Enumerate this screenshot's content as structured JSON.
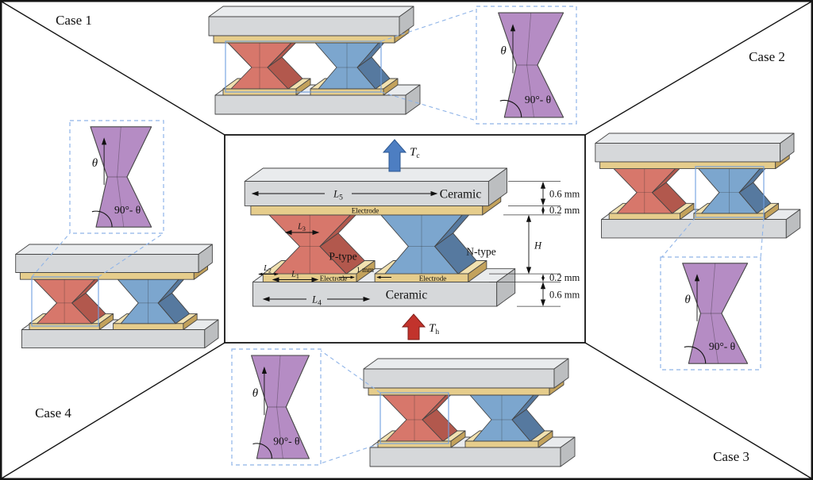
{
  "cases": [
    {
      "label": "Case 1"
    },
    {
      "label": "Case 2"
    },
    {
      "label": "Case 3"
    },
    {
      "label": "Case 4"
    }
  ],
  "inset": {
    "theta": "θ",
    "complement": "90°- θ"
  },
  "central": {
    "temps": {
      "tc_base": "T",
      "tc_sub": "c",
      "th_base": "T",
      "th_sub": "h"
    },
    "labels": {
      "ceramic_top": "Ceramic",
      "ceramic_bottom": "Ceramic",
      "electrode_top": "Electrode",
      "electrode_bottom_left": "Electrode",
      "electrode_bottom_right": "Electrode",
      "p_type": "P-type",
      "n_type": "N-type",
      "gap": "1 mm"
    },
    "dims": {
      "l1": {
        "b": "L",
        "s": "1"
      },
      "l2": {
        "b": "L",
        "s": "2"
      },
      "l3": {
        "b": "L",
        "s": "3"
      },
      "l4": {
        "b": "L",
        "s": "4"
      },
      "l5": {
        "b": "L",
        "s": "5"
      },
      "h": "H",
      "ceramic_top_th": "0.6 mm",
      "electrode_top_th": "0.2 mm",
      "electrode_bottom_th": "0.2 mm",
      "ceramic_bottom_th": "0.6 mm"
    }
  },
  "colors": {
    "ceramicFront": "#d6d8da",
    "ceramicTop": "#e9ebed",
    "ceramicSide": "#bcbec0",
    "electrodeFront": "#e6cd8c",
    "electrodeTop": "#f1e1b0",
    "electrodeSide": "#c3a25c",
    "pFront": "#d7776b",
    "pSide": "#b2584d",
    "nFront": "#7ca6ce",
    "nSide": "#56799f",
    "insetFill": "#b58cc4",
    "outline": "#454545",
    "callout": "#8fb4e8",
    "sourceBox": "#6f9ee0",
    "tcArrow": "#4d7ec2",
    "thArrow": "#c2332c"
  }
}
